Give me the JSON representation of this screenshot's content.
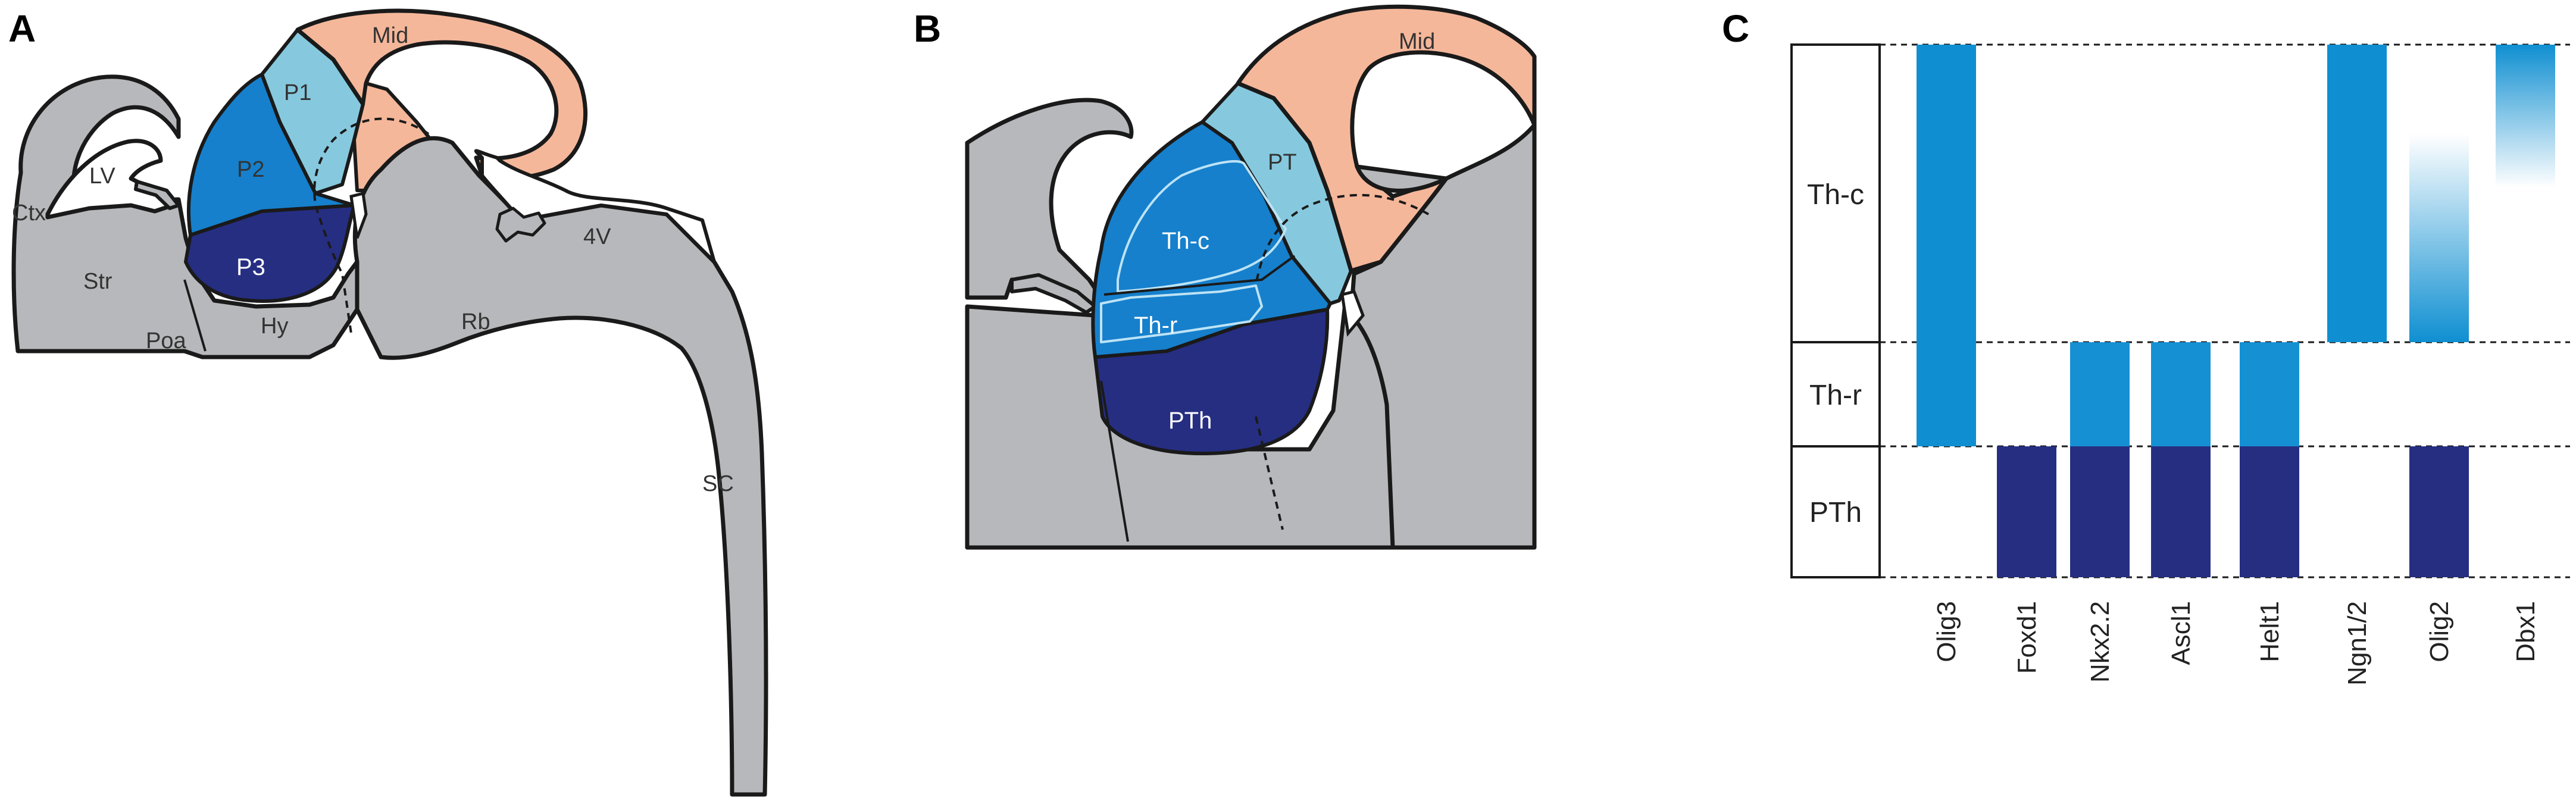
{
  "colors": {
    "outline": "#1a1a1a",
    "tissue_gray": "#b7b8bb",
    "midbrain_peach": "#f5b79a",
    "p1_light_blue": "#86c9de",
    "p2_blue": "#1680cc",
    "p3_navy": "#262e82",
    "bar_thc": "#0f8fd1",
    "bar_thr": "#1590d3",
    "bar_pth": "#262e82"
  },
  "panels": {
    "a": {
      "letter": "A",
      "labels": {
        "mid": "Mid",
        "p1": "P1",
        "p2": "P2",
        "p3": "P3",
        "lv": "LV",
        "ctx": "Ctx",
        "str": "Str",
        "poa": "Poa",
        "hy": "Hy",
        "rb": "Rb",
        "v4": "4V",
        "sc": "SC"
      }
    },
    "b": {
      "letter": "B",
      "labels": {
        "mid": "Mid",
        "pt": "PT",
        "thc": "Th-c",
        "thr": "Th-r",
        "pth": "PTh"
      }
    },
    "c": {
      "letter": "C",
      "rows": [
        "Th-c",
        "Th-r",
        "PTh"
      ],
      "genes": [
        "Olig3",
        "Foxd1",
        "Nkx2.2",
        "Ascl1",
        "Helt1",
        "Ngn1/2",
        "Olig2",
        "Dbx1"
      ]
    }
  },
  "chart_data": {
    "type": "table",
    "rows": [
      "Th-c",
      "Th-r",
      "PTh"
    ],
    "columns": [
      "Olig3",
      "Foxd1",
      "Nkx2.2",
      "Ascl1",
      "Helt1",
      "Ngn1/2",
      "Olig2",
      "Dbx1"
    ],
    "expression": [
      {
        "gene": "Olig3",
        "regions": [
          "Th-c",
          "Th-r"
        ],
        "gradient": "none"
      },
      {
        "gene": "Foxd1",
        "regions": [
          "PTh"
        ],
        "gradient": "none"
      },
      {
        "gene": "Nkx2.2",
        "regions": [
          "Th-r",
          "PTh"
        ],
        "gradient": "none"
      },
      {
        "gene": "Ascl1",
        "regions": [
          "Th-r",
          "PTh"
        ],
        "gradient": "none"
      },
      {
        "gene": "Helt1",
        "regions": [
          "Th-r",
          "PTh"
        ],
        "gradient": "none"
      },
      {
        "gene": "Ngn1/2",
        "regions": [
          "Th-c"
        ],
        "gradient": "none"
      },
      {
        "gene": "Olig2",
        "regions": [
          "Th-c",
          "PTh"
        ],
        "gradient": "increasing toward Th-r boundary within Th-c"
      },
      {
        "gene": "Dbx1",
        "regions": [
          "Th-c"
        ],
        "gradient": "decreasing from dorsal edge of Th-c"
      }
    ]
  }
}
